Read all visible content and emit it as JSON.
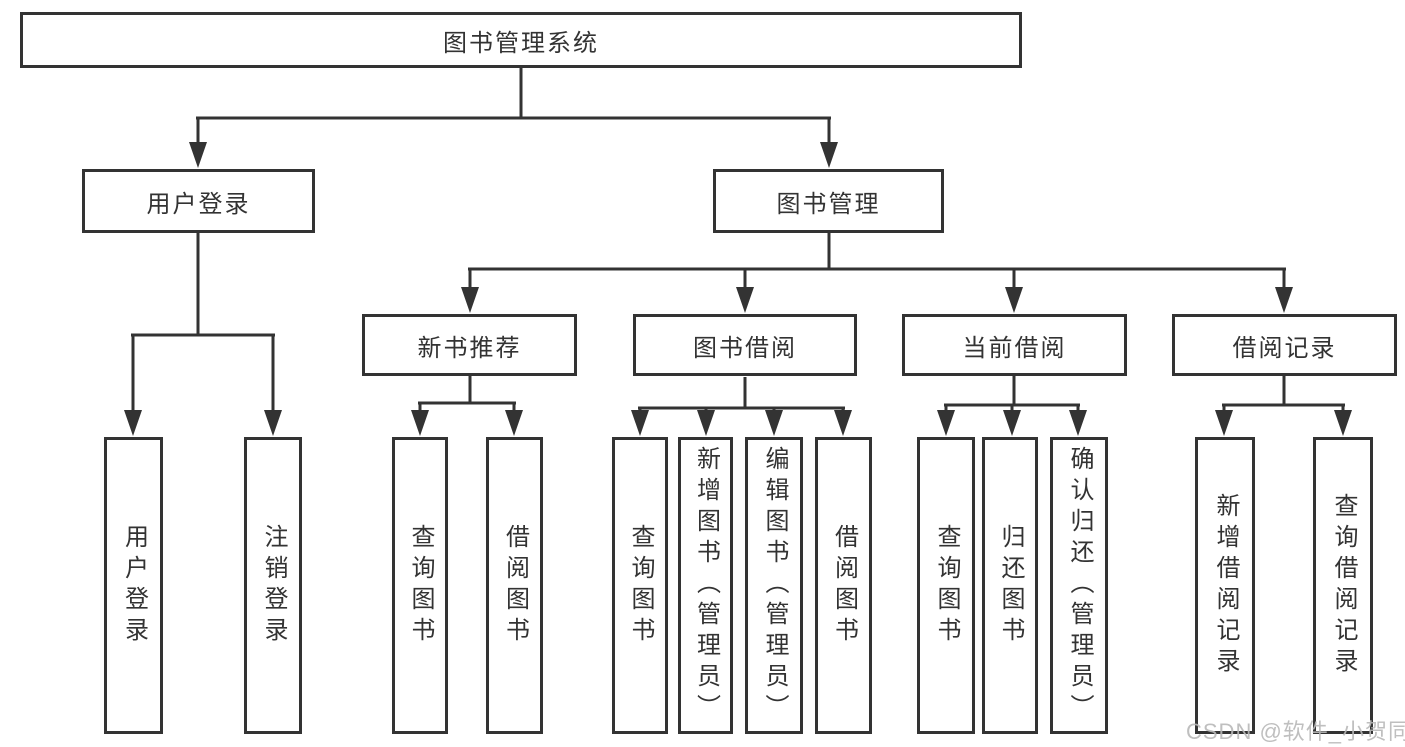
{
  "diagram": {
    "root": {
      "label": "图书管理系统"
    },
    "level2": {
      "user_login": {
        "label": "用户登录"
      },
      "book_management": {
        "label": "图书管理"
      }
    },
    "level3": {
      "new_book": {
        "label": "新书推荐"
      },
      "book_borrow": {
        "label": "图书借阅"
      },
      "current_borrow": {
        "label": "当前借阅"
      },
      "borrow_record": {
        "label": "借阅记录"
      }
    },
    "leaves": {
      "user_login": [
        "用户登录",
        "注销登录"
      ],
      "new_book": [
        "查询图书",
        "借阅图书"
      ],
      "book_borrow": [
        "查询图书",
        "新增图书（管理员）",
        "编辑图书（管理员）",
        "借阅图书"
      ],
      "current_borrow": [
        "查询图书",
        "归还图书",
        "确认归还（管理员）"
      ],
      "borrow_record": [
        "新增借阅记录",
        "查询借阅记录"
      ]
    },
    "watermark": "CSDN @软件_小贺同学",
    "colors": {
      "line": "#333333",
      "text": "#333333",
      "background": "#ffffff",
      "watermark": "#b9b9b9"
    }
  }
}
